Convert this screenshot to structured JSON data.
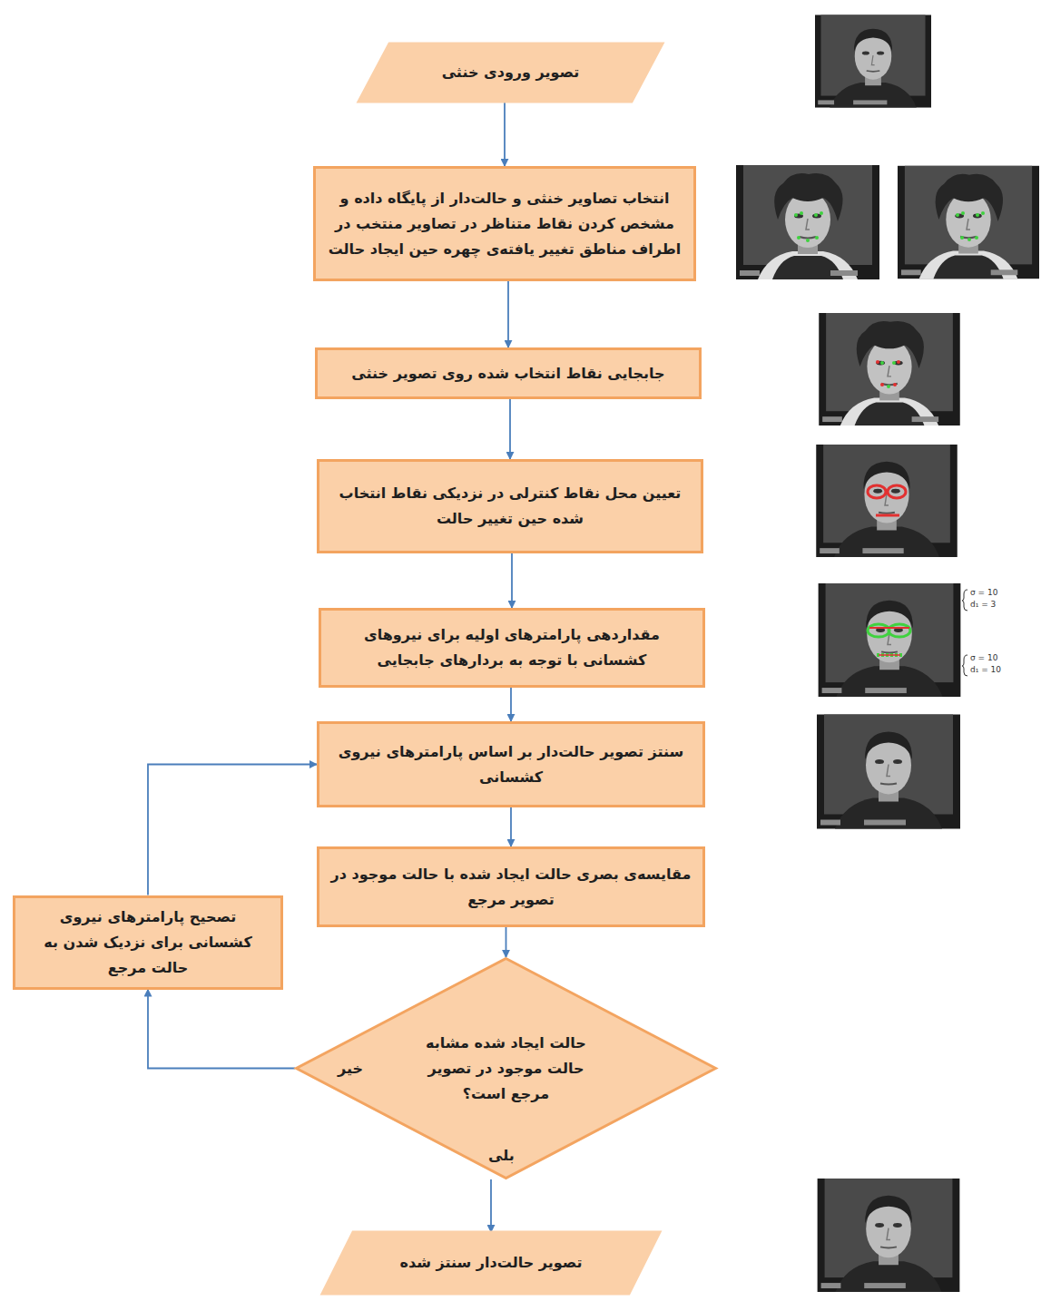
{
  "diagram": {
    "nodes": [
      {
        "text": [
          "تصویر ورودی خنثی"
        ]
      },
      {
        "text": [
          "انتخاب تصاویر خنثی و حالت‌دار از پایگاه داده و مشخص کردن نقاط متناظر در تصاویر منتخب در اطراف مناطق تغییر یافته‌ی چهره حین ایجاد حالت"
        ]
      },
      {
        "text": [
          "جابجایی نقاط انتخاب شده روی تصویر خنثی"
        ]
      },
      {
        "text": [
          "تعیین محل نقاط کنترلی در نزدیکی نقاط انتخاب شده حین تغییر حالت"
        ]
      },
      {
        "text": [
          "مقداردهی پارامترهای اولیه برای نیروهای کشسانی با توجه به بردارهای جابجایی"
        ]
      },
      {
        "text": [
          "سنتز تصویر حالت‌دار بر اساس پارامترهای نیروی کشسانی"
        ]
      },
      {
        "text": [
          "مقایسه‌ی بصری حالت ایجاد شده با حالت موجود در تصویر مرجع"
        ]
      },
      {
        "text": [
          "حالت ایجاد شده مشابه حالت موجود در تصویر مرجع است؟"
        ]
      },
      {
        "text": [
          "تصحیح پارامترهای نیروی کشسانی برای نزدیک شدن به حالت مرجع"
        ]
      },
      {
        "text": [
          "تصویر حالت‌دار سنتز شده"
        ]
      }
    ],
    "edges": [
      {
        "from": 0,
        "to": 1,
        "arrow": "to"
      },
      {
        "from": 1,
        "to": 2,
        "arrow": "to"
      },
      {
        "from": 2,
        "to": 3,
        "arrow": "to"
      },
      {
        "from": 3,
        "to": 4,
        "arrow": "to"
      },
      {
        "from": 4,
        "to": 5,
        "arrow": "to"
      },
      {
        "from": 5,
        "to": 6,
        "arrow": "to"
      },
      {
        "from": 6,
        "to": 7,
        "arrow": "to"
      },
      {
        "from": 7,
        "to": 8,
        "label": "خیر",
        "arrow": "to"
      },
      {
        "from": 8,
        "to": 5,
        "arrow": "to"
      },
      {
        "from": 7,
        "to": 9,
        "label": "بلی",
        "arrow": "to"
      }
    ],
    "labels": [
      "σ = 10",
      "d₁ = 3",
      "σ = 10",
      "d₁ = 10"
    ]
  }
}
